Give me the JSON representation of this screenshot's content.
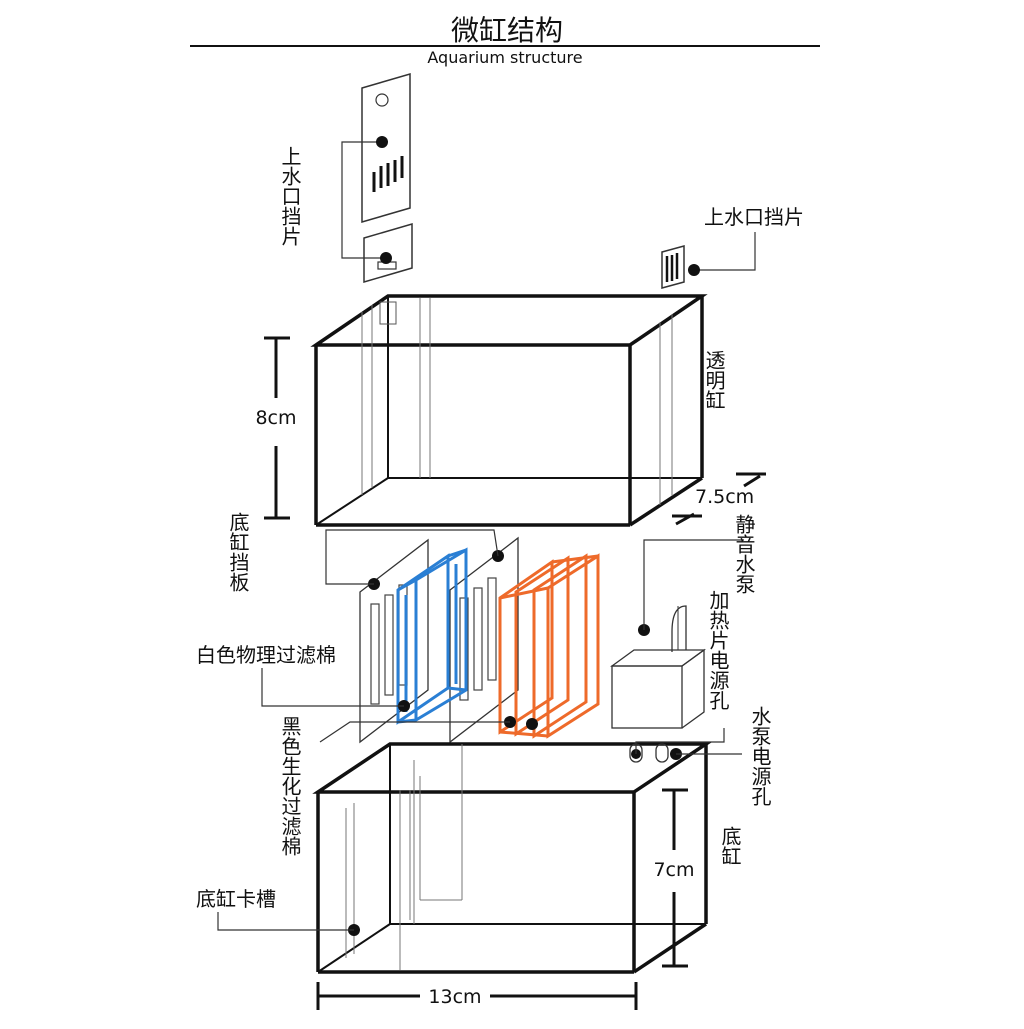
{
  "header": {
    "title": "微缸结构",
    "subtitle": "Aquarium structure"
  },
  "labels": {
    "inlet_cover_left": "上水口挡片",
    "inlet_cover_right": "上水口挡片",
    "clear_tank": "透明缸",
    "bottom_baffle": "底缸挡板",
    "white_sponge": "白色物理过滤棉",
    "black_sponge": "黑色生化过滤棉",
    "silent_pump": "静音水泵",
    "heater_hole": "加热片电源孔",
    "pump_hole": "水泵电源孔",
    "bottom_tank": "底缸",
    "bottom_slot": "底缸卡槽"
  },
  "dimensions": {
    "top_height": "8cm",
    "depth": "7.5cm",
    "bottom_height": "7cm",
    "width": "13cm"
  },
  "colors": {
    "line": "#111111",
    "blue_filter": "#2a7fd4",
    "orange_filter": "#ee6a2a"
  }
}
